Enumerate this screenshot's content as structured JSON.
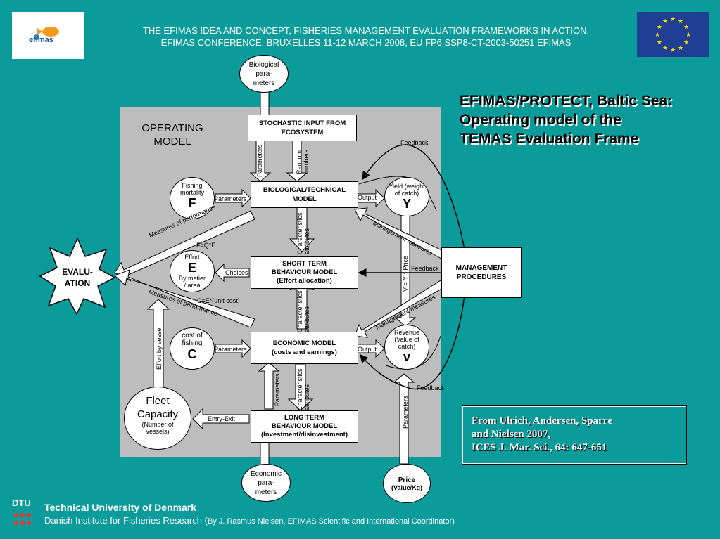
{
  "header": {
    "line1": "THE EFIMAS IDEA AND CONCEPT, FISHERIES MANAGEMENT EVALUATION FRAMEWORKS IN ACTION,",
    "line2": "EFIMAS CONFERENCE, BRUXELLES 11-12 MARCH 2008, EU FP6 SSP8-CT-2003-50251 EFIMAS",
    "logo_text": "efimas"
  },
  "title": [
    "EFIMAS/PROTECT, Baltic Sea:",
    "Operating model of the",
    "TEMAS Evaluation Frame"
  ],
  "citation": "From Ulrich, Andersen, Sparre\nand Nielsen 2007,\nICES J. Mar. Sci., 64: 647-651",
  "footer": {
    "logo_text": "DTU",
    "line1": "Technical University of Denmark",
    "line2_main": "Danish Institute for Fisheries Research (",
    "line2_small": "By J. Rasmus Nielsen, EFIMAS Scientific and International Coordinator)"
  },
  "diagram": {
    "operating_model_label": [
      "OPERATING",
      "MODEL"
    ],
    "bio_params": [
      "Biological",
      "para-",
      "meters"
    ],
    "stochastic": [
      "STOCHASTIC INPUT FROM",
      "ECOSYSTEM"
    ],
    "bio_tech": [
      "BIOLOGICAL/TECHNICAL",
      "MODEL"
    ],
    "short_term": [
      "SHORT TERM",
      "BEHAVIOUR MODEL",
      "(Effort allocation)"
    ],
    "economic": [
      "ECONOMIC MODEL",
      "(costs and earnings)"
    ],
    "long_term": [
      "LONG TERM",
      "BEHAVIOUR MODEL",
      "(Investment/disinvestment)"
    ],
    "management": [
      "MANAGEMENT",
      "PROCEDURES"
    ],
    "evaluation": [
      "EVALU-",
      "ATION"
    ],
    "fishing_mortality": {
      "small": [
        "Fishing",
        "mortality"
      ],
      "big": "F"
    },
    "effort": {
      "small_top": "Effort",
      "big": "E",
      "small_bottom": [
        "By metier",
        "/ area"
      ]
    },
    "cost": {
      "small": [
        "cost of",
        "fishing"
      ],
      "big": "C"
    },
    "yield": {
      "small": [
        "Yield (weight",
        "of catch)"
      ],
      "big": "Y"
    },
    "revenue": {
      "small": [
        "Revenue",
        "(Value of",
        "catch)"
      ],
      "big": "v"
    },
    "fleet": {
      "big": [
        "Fleet",
        "Capacity"
      ],
      "small": [
        "(Number of",
        "vessels)"
      ]
    },
    "econ_params": [
      "Economic",
      "para-",
      "meters"
    ],
    "price": {
      "big": "Price",
      "small": "(Value/Kg)"
    },
    "labels": {
      "parameters": "Parameters",
      "random_numbers": [
        "Random",
        "numbers"
      ],
      "characteristics": [
        "Characteristics",
        "attributes"
      ],
      "output": "Output",
      "choices": "Choices",
      "feedback": "Feedback",
      "f_eq": "F=Q*E",
      "c_eq": "C=E*(unit cost)",
      "entry_exit": "Entry-Exit",
      "effort_by_vessel": "Effort by vessel",
      "v_eq": "V = Y * Price",
      "measures_perf": "Measures of performance",
      "mgmt_measures": "Management measures"
    }
  },
  "colors": {
    "background": "#0b9b9b",
    "panel": "#bdbdbd",
    "flag": "#1f3f95",
    "stars": "#ffdd00"
  }
}
